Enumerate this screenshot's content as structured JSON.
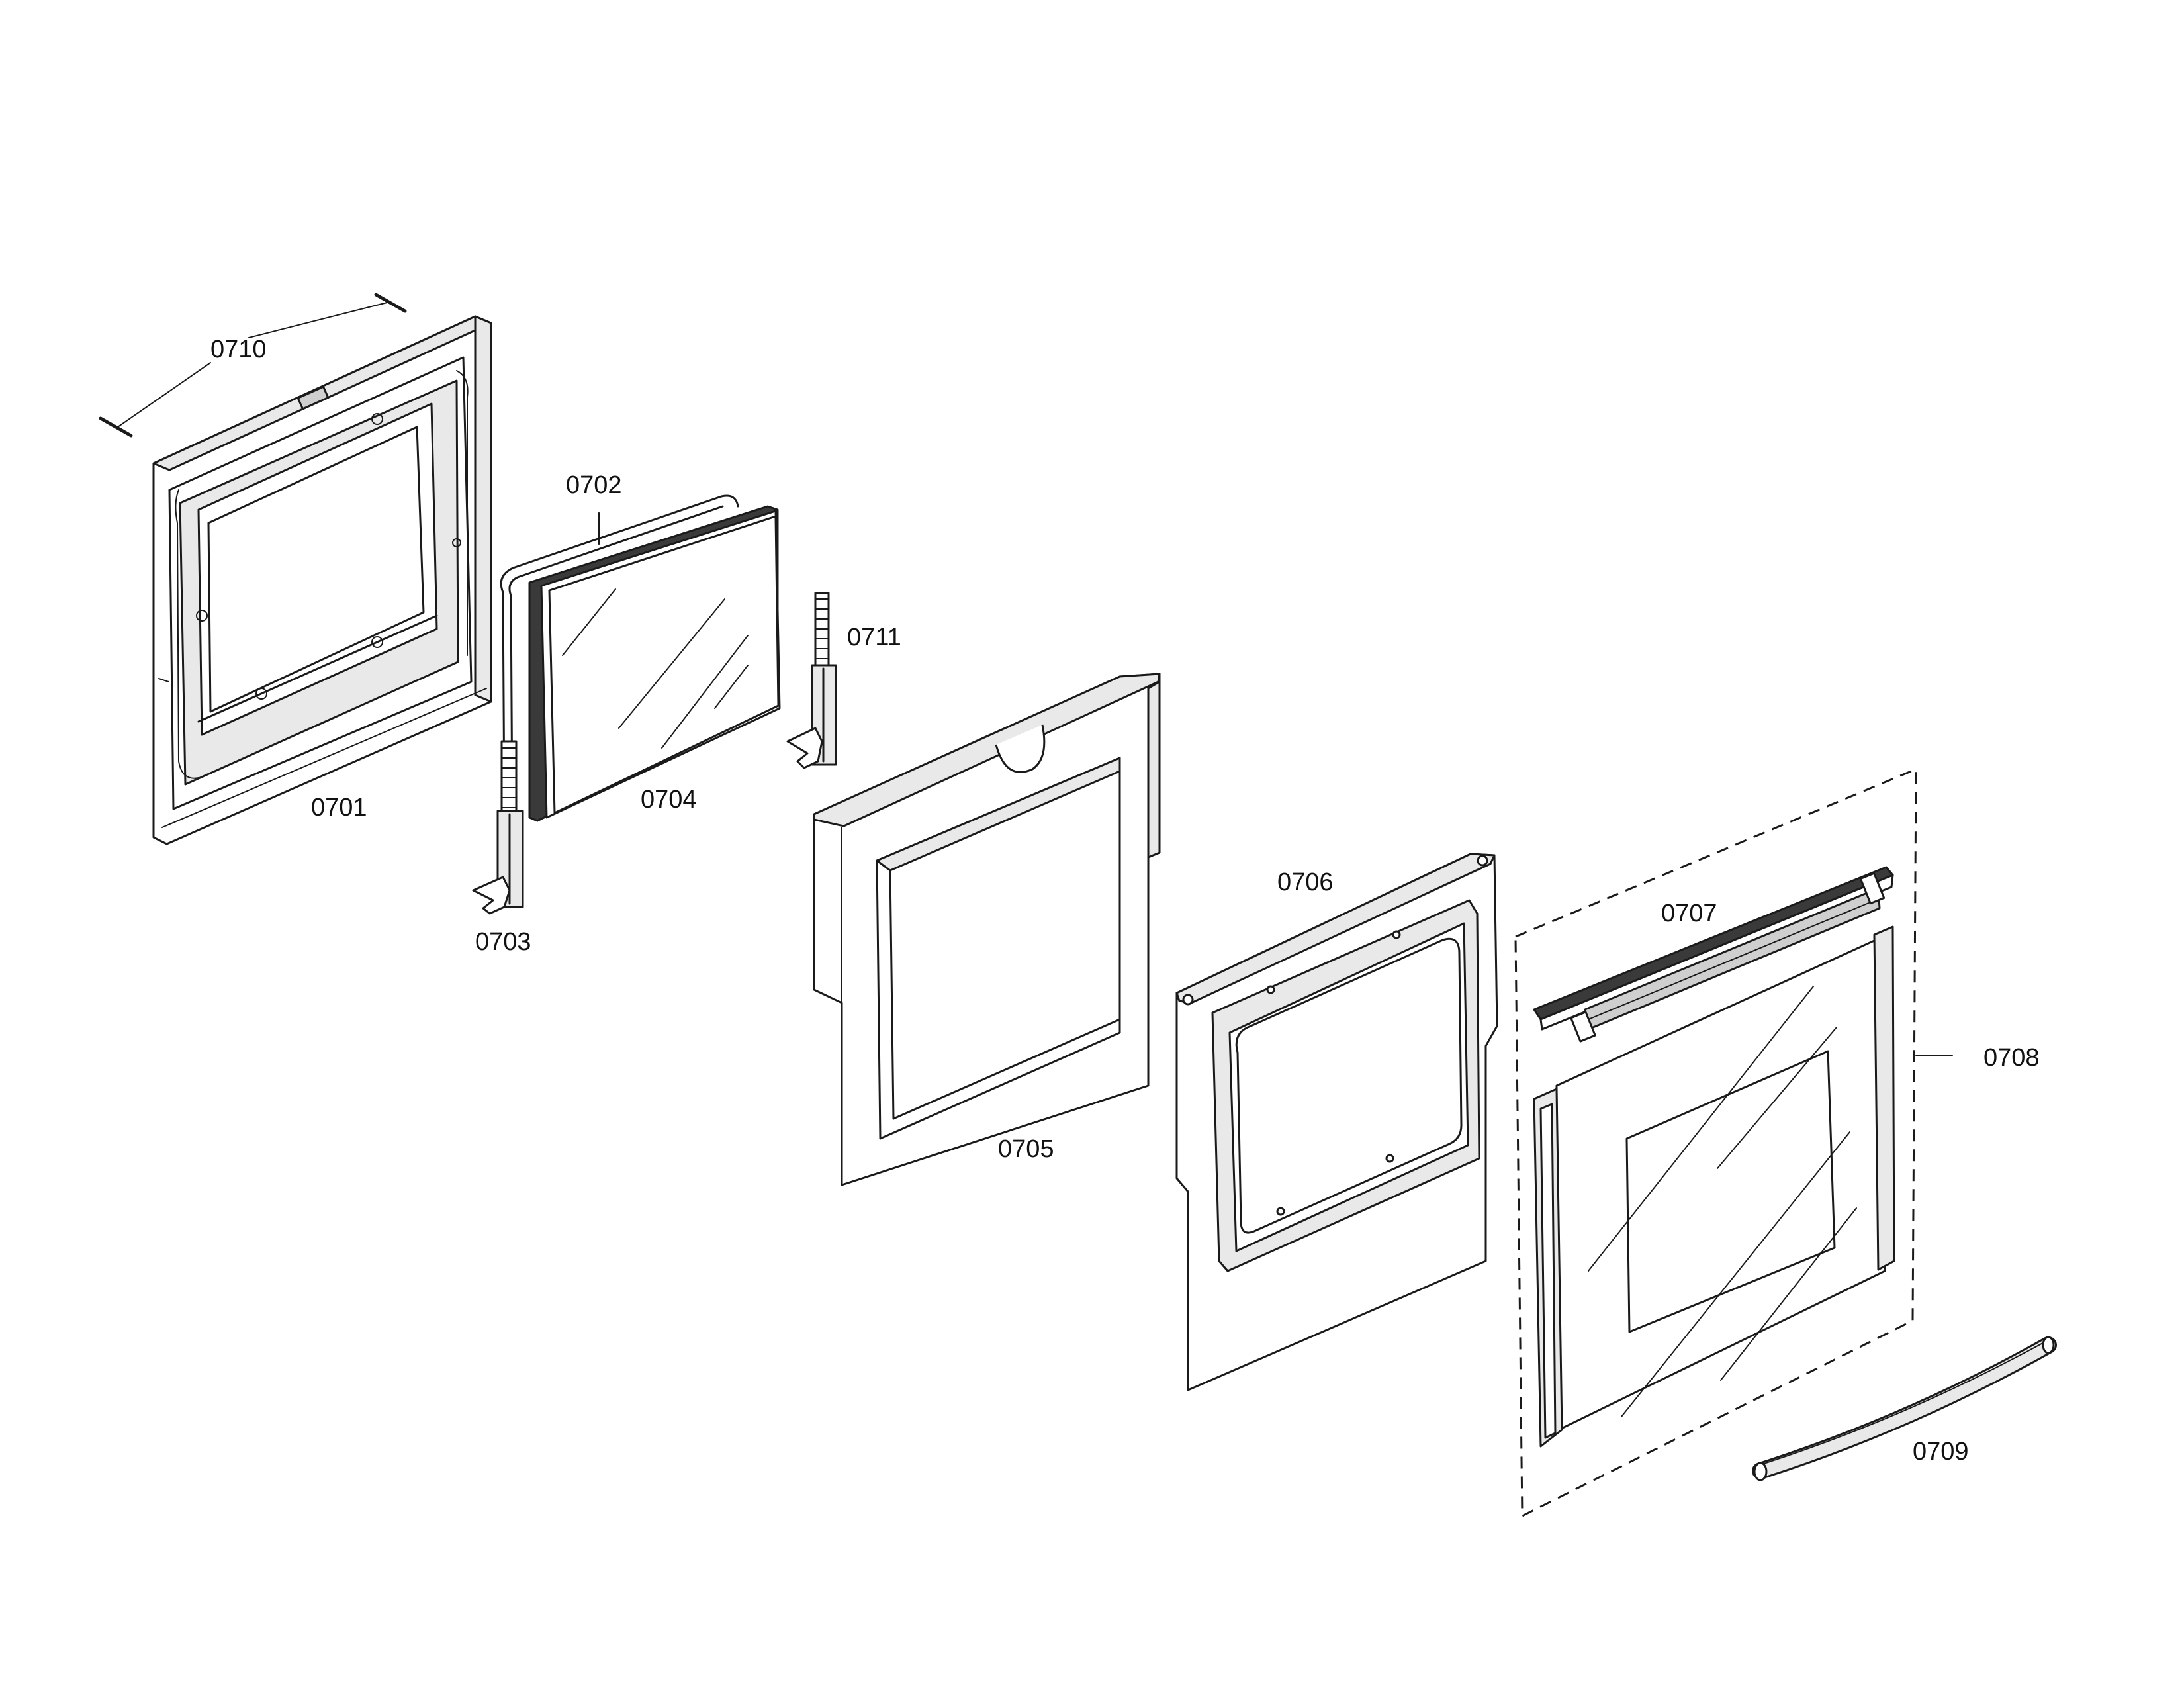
{
  "parts": [
    {
      "id": "p0701",
      "label": "0701"
    },
    {
      "id": "p0702",
      "label": "0702"
    },
    {
      "id": "p0703",
      "label": "0703"
    },
    {
      "id": "p0704",
      "label": "0704"
    },
    {
      "id": "p0705",
      "label": "0705"
    },
    {
      "id": "p0706",
      "label": "0706"
    },
    {
      "id": "p0707",
      "label": "0707"
    },
    {
      "id": "p0708",
      "label": "0708"
    },
    {
      "id": "p0709",
      "label": "0709"
    },
    {
      "id": "p0710",
      "label": "0710"
    },
    {
      "id": "p0711",
      "label": "0711"
    }
  ],
  "colors": {
    "line": "#1a1a1a",
    "fill": "#ffffff",
    "shade": "#e9e9e9"
  }
}
